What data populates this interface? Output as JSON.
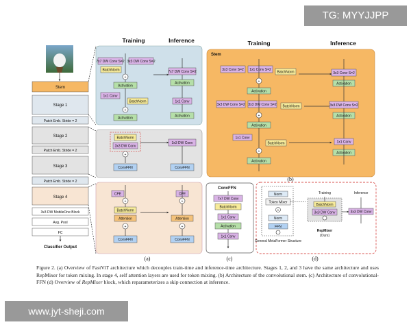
{
  "watermark_top": "TG: MYYJJPP",
  "watermark_bottom": "www.jyt-sheji.com",
  "col_training": "Training",
  "col_inference": "Inference",
  "left_stack": {
    "stem": "Stem",
    "stage1": "Stage 1",
    "patch1": "Patch Emb. Stride = 2",
    "stage2": "Stage 2",
    "patch2": "Patch Emb. Stride = 2",
    "stage3": "Stage 3",
    "patch3": "Patch Emb. Stride = 2",
    "stage4": "Stage 4",
    "mobileone": "3x3 DW MobileOne Block",
    "pool": "Avg. Pool",
    "fc": "FC",
    "output": "Classifier Output"
  },
  "panel_a_top": {
    "conv7": "7x7 DW Conv S=2",
    "conv3": "3x3 DW Conv S=2",
    "bn": "BatchNorm",
    "act": "Activation",
    "conv1": "1x1 Conv",
    "bn2": "BatchNorm",
    "act2": "Activation",
    "inf_conv7": "7x7 DW Conv S=2",
    "inf_act": "Activation",
    "inf_conv1": "1x1 Conv",
    "inf_act2": "Activation"
  },
  "panel_a_mid": {
    "bn": "BatchNorm",
    "conv3": "3x3 DW Conv",
    "convffn": "ConvFFN",
    "inf_conv3": "3x3 DW Conv",
    "inf_convffn": "ConvFFN"
  },
  "panel_a_bot": {
    "cpe": "CPE",
    "bn": "BatchNorm",
    "attn": "Attention",
    "convffn": "ConvFFN",
    "inf_cpe": "CPE",
    "inf_attn": "Attention",
    "inf_convffn": "ConvFFN"
  },
  "label_a": "(a)",
  "panel_b": {
    "title": "Stem",
    "r1_3x3": "3x3 Conv S=2",
    "r1_1x1": "1x1 Conv S=2",
    "r1_bn": "BatchNorm",
    "r2_3x3": "3x3 DW Conv S=2",
    "r2_3x3b": "3x3 DW Conv S=2",
    "r2_bn": "BatchNorm",
    "r3_1x1": "1x1 Conv",
    "r3_bn": "BatchNorm",
    "act": "Activation",
    "inf1": "3x3 Conv S=2",
    "inf2": "3x3 DW Conv S=2",
    "inf3": "1x1 Conv",
    "inf_act": "Activation"
  },
  "label_b": "(b)",
  "panel_c": {
    "title": "ConvFFN",
    "conv7": "7x7 DW Conv",
    "bn": "BatchNorm",
    "conv1": "1x1 Conv",
    "act": "Activation",
    "conv1b": "1x1 Conv"
  },
  "label_c": "(c)",
  "panel_d": {
    "norm": "Norm",
    "mixer": "Token Mixer",
    "norm2": "Norm",
    "ffn": "FFN",
    "meta": "General MetaFormer Structure",
    "training": "Training",
    "inference": "Inference",
    "bn": "BatchNorm",
    "conv3": "3x3 DW Conv",
    "inf_conv3": "3x3 DW Conv",
    "repmixer": "RepMixer",
    "ours": "(Ours)"
  },
  "label_d": "(d)",
  "caption": {
    "p1": "Figure 2. (a) Overview of FastViT architecture which decouples train-time and inference-time architecture. Stages 1, 2, and 3 have the same architecture and uses RepMixer for token mixing. In stage 4, self attention layers are used for token mixing. (b) Architecture of the convolutional stem. (c) Architecture of convolutional-FFN (d) Overview of ",
    "p2": "RepMixer",
    "p3": " block, which reparameterizes a skip connection at inference."
  },
  "colors": {
    "blue_panel": "#cfe0ea",
    "gray_panel": "#e3e3e3",
    "peach_panel": "#f8e5d3",
    "orange_panel": "#f6b864",
    "purple_box": "#d9b3e6",
    "yellow_box": "#f7eb9a",
    "green_box": "#b5dfa8",
    "blue_box": "#b2d1f2",
    "dashed_red": "#d9534f"
  }
}
